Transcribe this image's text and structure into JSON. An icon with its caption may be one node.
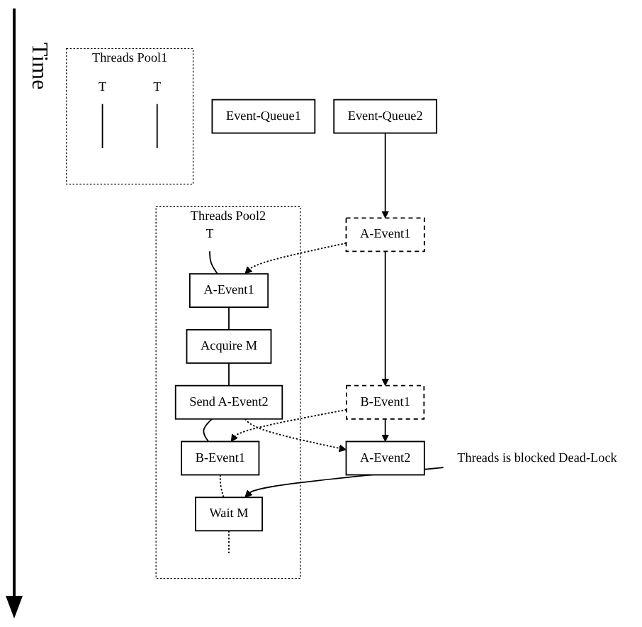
{
  "diagram": {
    "nodes": [
      {
        "text": [
          "Event-Queue1"
        ]
      },
      {
        "text": [
          "Threads Pool1"
        ]
      },
      {
        "text": [
          "T"
        ],
        "in": 1
      },
      {
        "text": [
          "T"
        ],
        "in": 1
      },
      {
        "text": [
          "Event-Queue2"
        ]
      },
      {
        "text": [
          "A-Event1"
        ]
      },
      {
        "text": [
          "B-Event1"
        ]
      },
      {
        "text": [
          "A-Event2"
        ]
      },
      {
        "text": [
          "Threads Pool2"
        ]
      },
      {
        "text": [
          "T"
        ],
        "in": 8
      },
      {
        "text": [
          "A-Event1"
        ],
        "in": 8
      },
      {
        "text": [
          "Acquire M"
        ],
        "in": 8
      },
      {
        "text": [
          "Send A-Event2"
        ],
        "in": 8
      },
      {
        "text": [
          "B-Event1"
        ],
        "in": 8
      },
      {
        "text": [
          "Wait M"
        ],
        "in": 8
      },
      {
        "text": [
          "Threads is blocked Dead-Lock"
        ]
      }
    ],
    "edges": [
      {
        "from": 2,
        "to": null,
        "arrow": "none"
      },
      {
        "from": 3,
        "to": null,
        "arrow": "none"
      },
      {
        "from": 4,
        "to": 5,
        "arrow": "to"
      },
      {
        "from": 5,
        "to": 6,
        "arrow": "to"
      },
      {
        "from": 6,
        "to": 7,
        "arrow": "to"
      },
      {
        "from": 9,
        "to": 10,
        "arrow": "none"
      },
      {
        "from": 5,
        "to": 10,
        "arrow": "to",
        "style": "dashed"
      },
      {
        "from": 10,
        "to": 11,
        "arrow": "none"
      },
      {
        "from": 11,
        "to": 12,
        "arrow": "none"
      },
      {
        "from": 12,
        "to": 7,
        "arrow": "to",
        "style": "dashed"
      },
      {
        "from": 12,
        "to": 13,
        "arrow": "none"
      },
      {
        "from": 6,
        "to": 13,
        "arrow": "to",
        "style": "dashed"
      },
      {
        "from": 13,
        "to": 14,
        "arrow": "none",
        "style": "dashed"
      },
      {
        "from": 15,
        "to": 14,
        "arrow": "to"
      },
      {
        "from": 14,
        "to": null,
        "arrow": "none",
        "style": "dashed"
      }
    ],
    "labels": [
      "Time"
    ]
  }
}
